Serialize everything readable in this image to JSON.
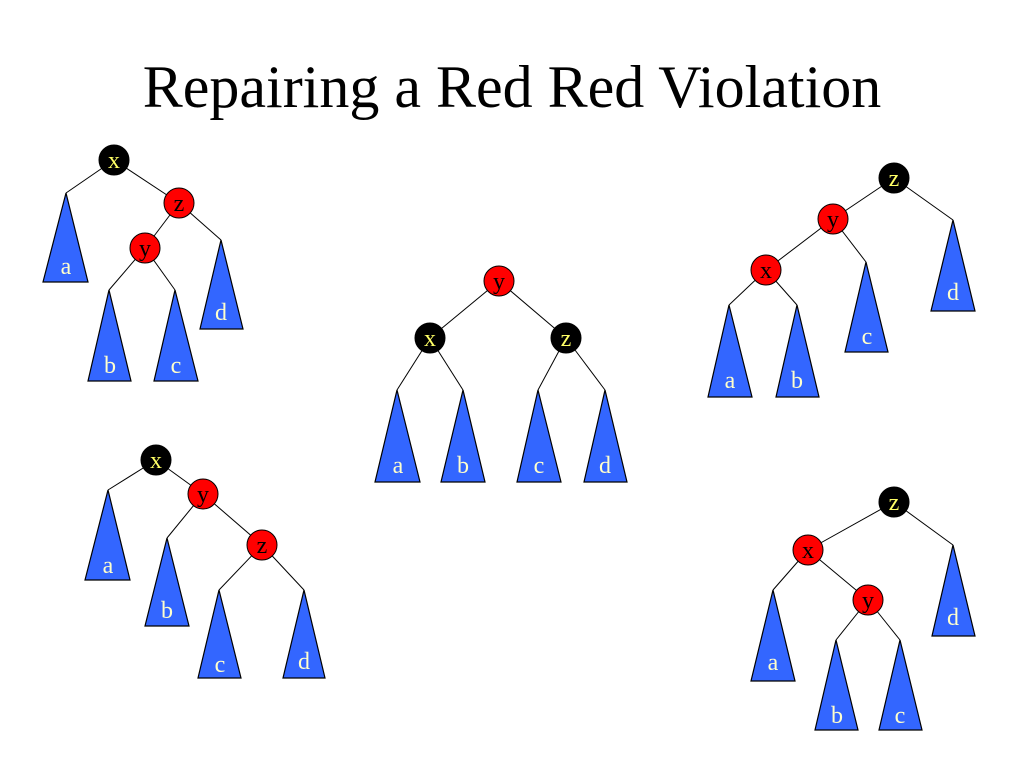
{
  "title": "Repairing a Red Red Violation",
  "colors": {
    "red_node": "#ff0000",
    "black_node": "#000000",
    "subtree_fill": "#3366ff",
    "node_label_on_black": "#ffff66",
    "node_label_on_red": "#000000",
    "subtree_label": "#ffffcc",
    "edge": "#000000"
  },
  "trees": [
    {
      "id": "top-left",
      "nodes": [
        {
          "label": "x",
          "color": "black"
        },
        {
          "label": "z",
          "color": "red"
        },
        {
          "label": "y",
          "color": "red"
        }
      ],
      "subtrees": [
        "a",
        "b",
        "c",
        "d"
      ]
    },
    {
      "id": "bottom-left",
      "nodes": [
        {
          "label": "x",
          "color": "black"
        },
        {
          "label": "y",
          "color": "red"
        },
        {
          "label": "z",
          "color": "red"
        }
      ],
      "subtrees": [
        "a",
        "b",
        "c",
        "d"
      ]
    },
    {
      "id": "center",
      "nodes": [
        {
          "label": "y",
          "color": "red"
        },
        {
          "label": "x",
          "color": "black"
        },
        {
          "label": "z",
          "color": "black"
        }
      ],
      "subtrees": [
        "a",
        "b",
        "c",
        "d"
      ]
    },
    {
      "id": "top-right",
      "nodes": [
        {
          "label": "z",
          "color": "black"
        },
        {
          "label": "y",
          "color": "red"
        },
        {
          "label": "x",
          "color": "red"
        }
      ],
      "subtrees": [
        "a",
        "b",
        "c",
        "d"
      ]
    },
    {
      "id": "bottom-right",
      "nodes": [
        {
          "label": "z",
          "color": "black"
        },
        {
          "label": "x",
          "color": "red"
        },
        {
          "label": "y",
          "color": "red"
        }
      ],
      "subtrees": [
        "a",
        "b",
        "c",
        "d"
      ]
    }
  ]
}
